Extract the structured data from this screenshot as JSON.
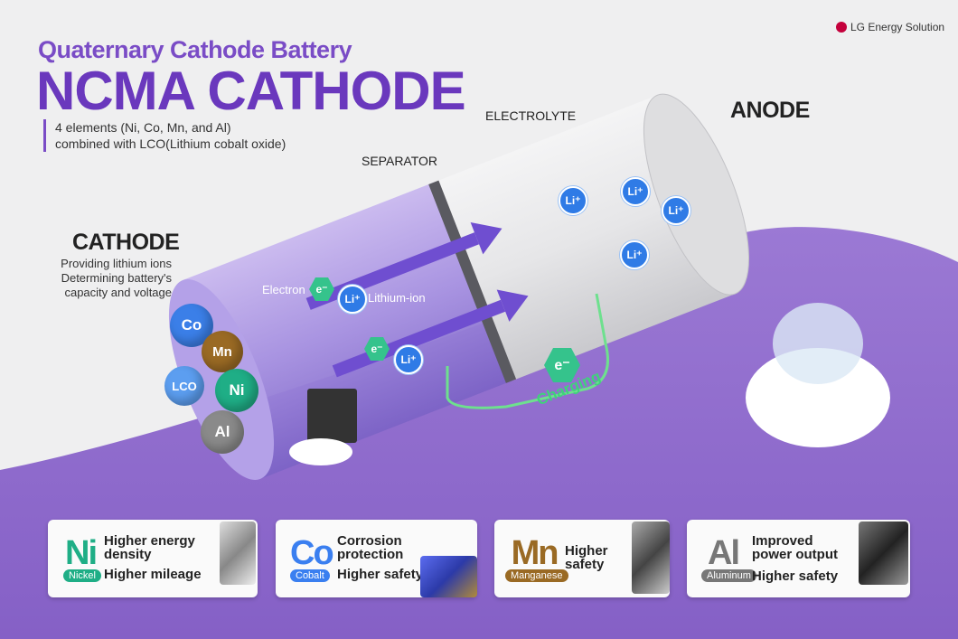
{
  "brand": {
    "logo_text": "LG Energy Solution"
  },
  "header": {
    "subtitle": "Quaternary Cathode Battery",
    "title": "NCMA CATHODE",
    "description": [
      "4 elements (Ni, Co, Mn, and Al)",
      "combined with LCO(Lithium cobalt oxide)"
    ]
  },
  "labels": {
    "electrolyte": "ELECTROLYTE",
    "separator": "SEPARATOR",
    "anode": "ANODE",
    "cathode": "CATHODE",
    "cathode_desc": [
      "Providing lithium ions",
      "Determining battery's",
      "capacity and voltage"
    ],
    "electron": "Electron",
    "lithium_ion": "Lithium-ion",
    "charging": "Charging"
  },
  "particles": {
    "li": "Li⁺",
    "e": "e⁻"
  },
  "elements_balls": [
    "Co",
    "Mn",
    "LCO",
    "Ni",
    "Al"
  ],
  "colors": {
    "purple": "#6a38bd",
    "nickel": "#1fae86",
    "cobalt": "#3a7ff0",
    "manganese": "#9a6a24",
    "aluminum": "#777777"
  },
  "cards": [
    {
      "symbol": "Ni",
      "name": "Nickel",
      "benefits": [
        "Higher energy density",
        "Higher mileage"
      ]
    },
    {
      "symbol": "Co",
      "name": "Cobalt",
      "benefits": [
        "Corrosion protection",
        "Higher safety"
      ]
    },
    {
      "symbol": "Mn",
      "name": "Manganese",
      "benefits": [
        "Higher safety"
      ]
    },
    {
      "symbol": "Al",
      "name": "Aluminum",
      "benefits": [
        "Improved power output",
        "Higher safety"
      ]
    }
  ]
}
